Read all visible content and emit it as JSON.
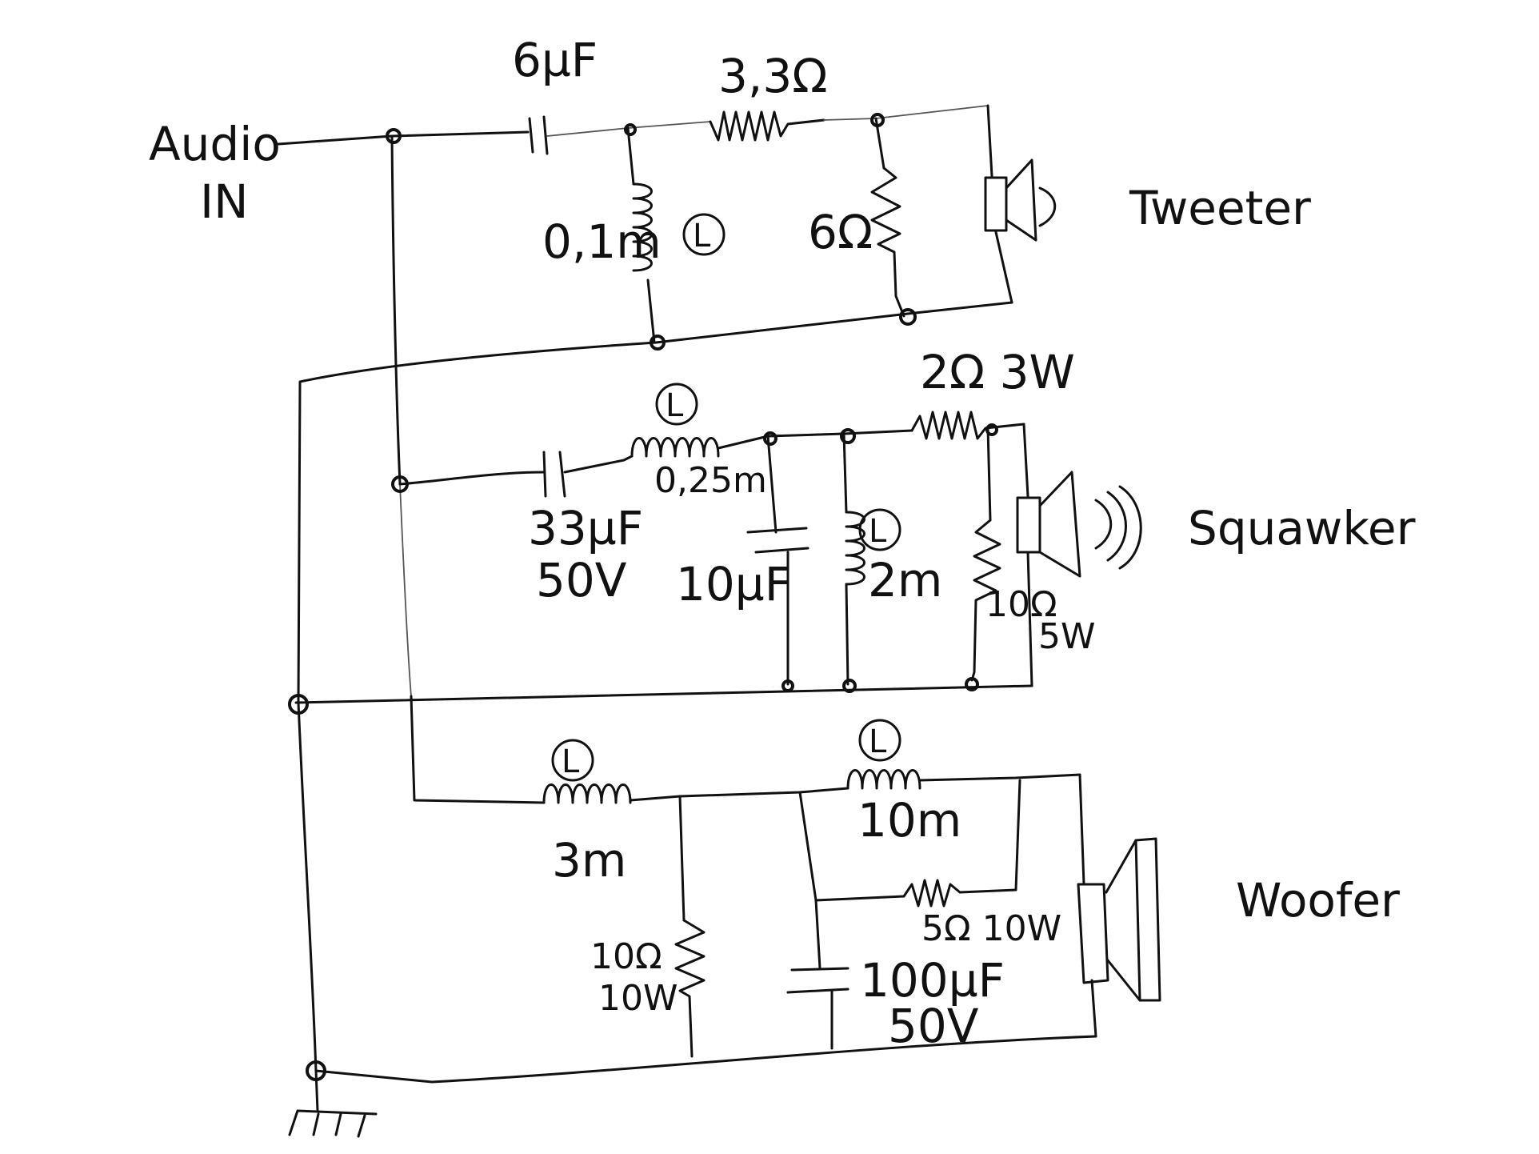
{
  "input": {
    "line1": "Audio",
    "line2": "IN"
  },
  "tweeter": {
    "name": "Tweeter",
    "cap": "6µF",
    "res_series": "3,3Ω",
    "ind": "0,1m",
    "ind_tag": "L",
    "res_shunt": "6Ω"
  },
  "squawker": {
    "name": "Squawker",
    "cap_value": "33µF",
    "cap_voltage": "50V",
    "ind_series": "0,25m",
    "ind_series_tag": "L",
    "cap_shunt": "10µF",
    "ind_shunt": "2m",
    "ind_shunt_tag": "L",
    "res_series": "2Ω 3W",
    "res_shunt": "10Ω",
    "res_shunt_power": "5W"
  },
  "woofer": {
    "name": "Woofer",
    "ind1": "3m",
    "ind1_tag": "L",
    "ind2": "10m",
    "ind2_tag": "L",
    "res_shunt_value": "10Ω",
    "res_shunt_power": "10W",
    "res_parallel": "5Ω 10W",
    "cap_value": "100µF",
    "cap_voltage": "50V"
  }
}
